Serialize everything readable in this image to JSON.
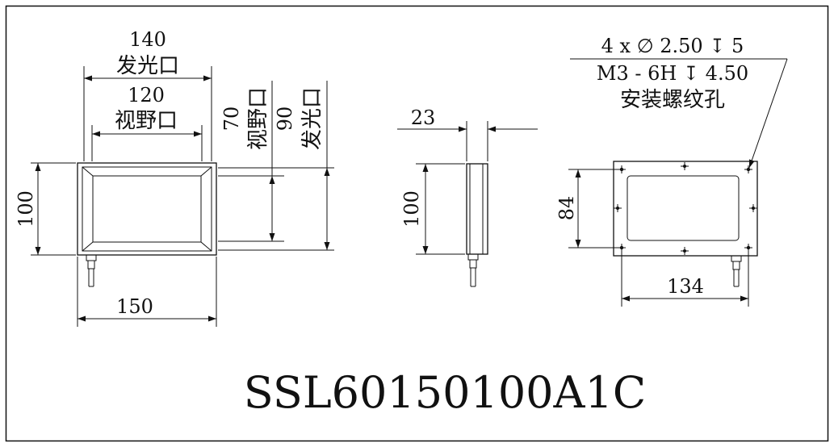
{
  "front_view": {
    "emit_width": "140",
    "emit_label": "发光口",
    "view_width": "120",
    "view_label": "视野口",
    "view_height": "70",
    "view_height_label": "视野口",
    "emit_height": "90",
    "emit_height_label": "发光口",
    "outer_height": "100",
    "outer_width": "150"
  },
  "side_view": {
    "thickness": "23",
    "height": "100"
  },
  "back_view": {
    "hole_spec_line1": "4 x ∅ 2.50 ↧ 5",
    "hole_spec_line2": "M3 - 6H ↧ 4.50",
    "hole_spec_label": "安装螺纹孔",
    "hole_spacing_vertical": "84",
    "hole_spacing_horizontal": "134"
  },
  "model_number": "SSL60150100A1C"
}
